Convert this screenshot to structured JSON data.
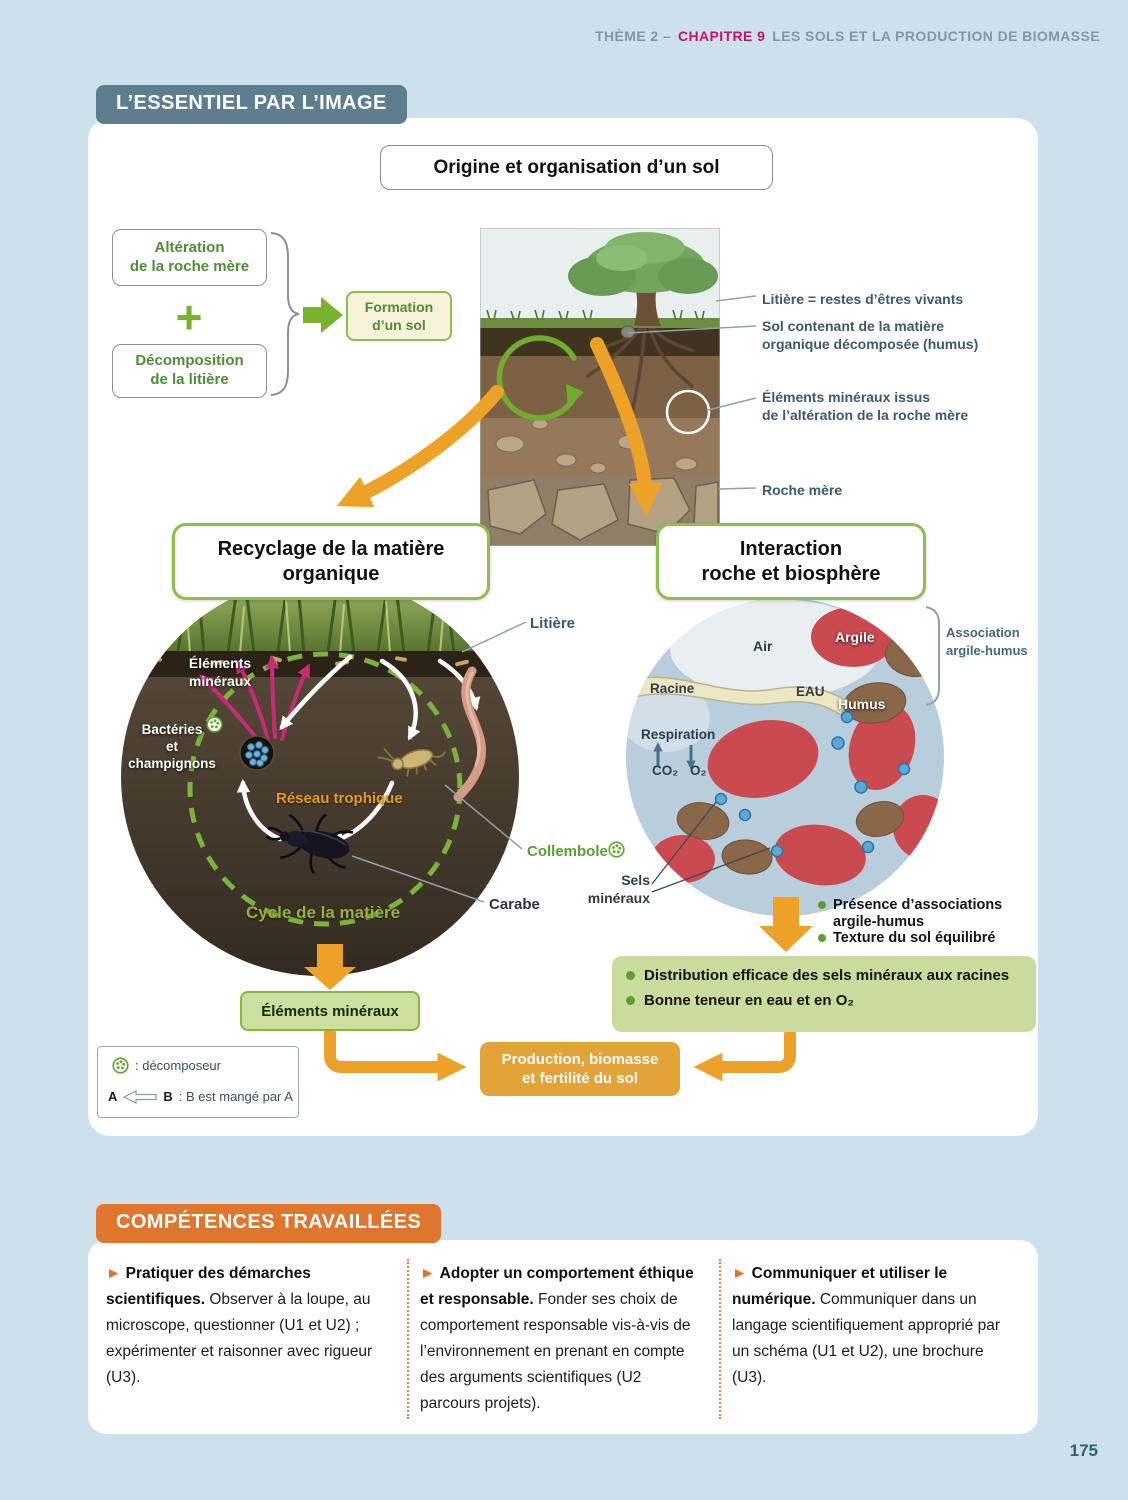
{
  "colors": {
    "background": "#cde1ec",
    "banner_slate": "#5d7e8f",
    "banner_orange": "#e0752d",
    "accent_green": "#79b32c",
    "arrow_orange": "#eda227",
    "chapter_magenta": "#c4146e",
    "annotation_slate": "#3b5a6d"
  },
  "icons": {
    "plus-icon": "+",
    "decomposer-icon": "circle-with-green-dots",
    "eaten-arrow-icon": "left-block-arrow",
    "triangle-bullet-icon": "►"
  },
  "header": {
    "theme": "THÈME 2 –",
    "chapter": "CHAPITRE 9",
    "rest": "LES SOLS ET LA PRODUCTION DE BIOMASSE"
  },
  "essentiel": {
    "banner": "L’ESSENTIEL PAR L’IMAGE",
    "diagram_title": "Origine et organisation d’un sol",
    "alteration": "Altération\nde la roche mère",
    "decomposition": "Décomposition\nde la litière",
    "formation": "Formation\nd’un sol",
    "soil_annotations": {
      "litiere": "Litière = restes d’êtres vivants",
      "sol": "Sol contenant de la matière\norganique décomposée (humus)",
      "elements": "Éléments minéraux issus\nde l’altération de la roche mère",
      "roche": "Roche mère"
    },
    "recyclage": {
      "title": "Recyclage de la matière\norganique",
      "labels": {
        "litiere": "Litière",
        "elements_mineraux": "Éléments\nminéraux",
        "bacteries": "Bactéries\net\nchampignons",
        "reseau": "Réseau trophique",
        "collembole": "Collembole",
        "carabe": "Carabe",
        "cycle": "Cycle de la matière"
      },
      "result": "Éléments minéraux"
    },
    "interaction": {
      "title": "Interaction\nroche et biosphère",
      "labels": {
        "air": "Air",
        "argile": "Argile",
        "racine": "Racine",
        "eau": "EAU",
        "humus": "Humus",
        "respiration": "Respiration",
        "co2": "CO₂",
        "o2": "O₂",
        "association": "Association\nargile-humus",
        "sels": "Sels\nminéraux"
      },
      "bullets": [
        "Présence d’associations\nargile-humus",
        "Texture du sol équilibré"
      ],
      "results": [
        "Distribution efficace des sels minéraux aux racines",
        "Bonne teneur en eau et en O₂"
      ]
    },
    "production": "Production, biomasse\net fertilité du sol",
    "legend": {
      "decomposeur": ": décomposeur",
      "a": "A",
      "b": "B",
      "eaten": ": B est mangé par A"
    }
  },
  "competences": {
    "banner": "COMPÉTENCES TRAVAILLÉES",
    "items": [
      {
        "arrow": "►",
        "title": "Pratiquer des démarches scientifiques.",
        "body": "Observer à la loupe, au microscope, questionner (U1 et U2) ; expérimenter et raisonner avec rigueur (U3)."
      },
      {
        "arrow": "►",
        "title": "Adopter un comportement éthique et responsable.",
        "body": "Fonder ses choix de comportement responsable vis-à-vis de l’environnement en prenant en compte des arguments scientifiques (U2 parcours projets)."
      },
      {
        "arrow": "►",
        "title": "Communiquer et utiliser le numérique.",
        "body": "Communiquer dans un langage scientifiquement approprié par un schéma (U1 et U2), une brochure (U3)."
      }
    ]
  },
  "page_number": "175"
}
